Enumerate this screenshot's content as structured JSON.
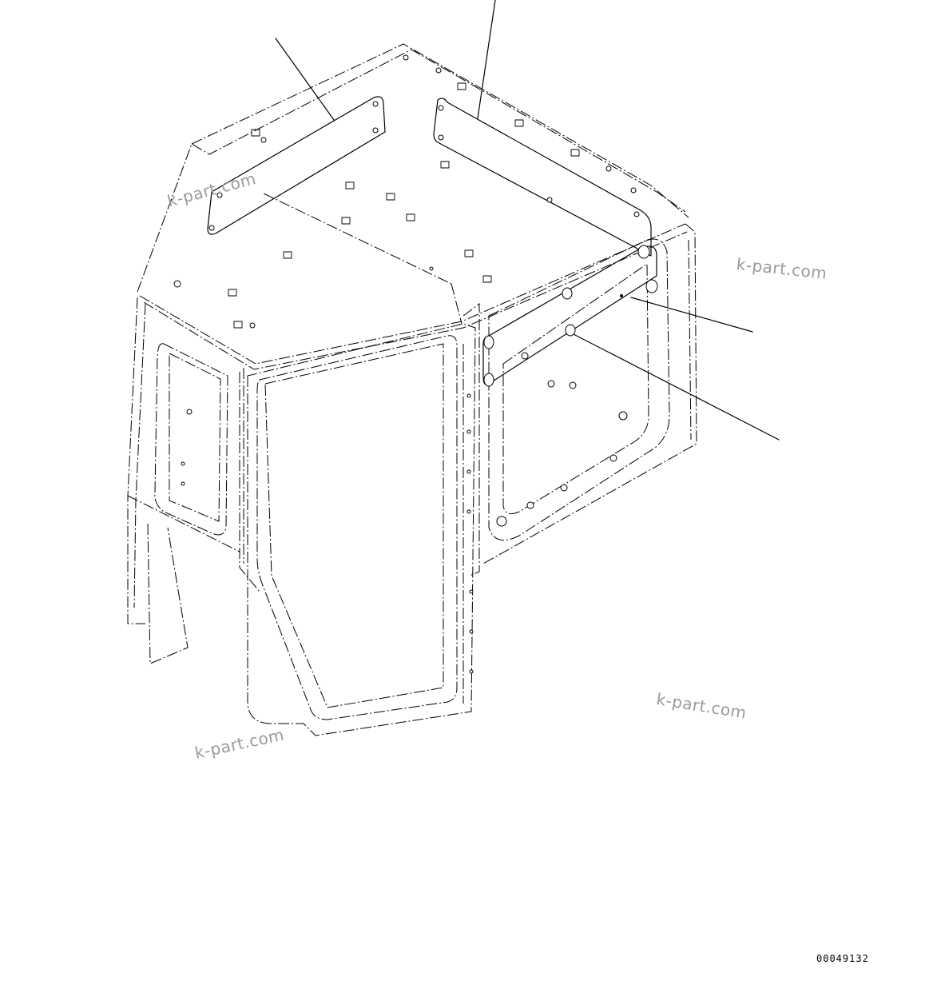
{
  "watermarks": [
    "k-part.com",
    "k-part.com",
    "k-part.com",
    "k-part.com"
  ],
  "drawing_number": "00049132"
}
